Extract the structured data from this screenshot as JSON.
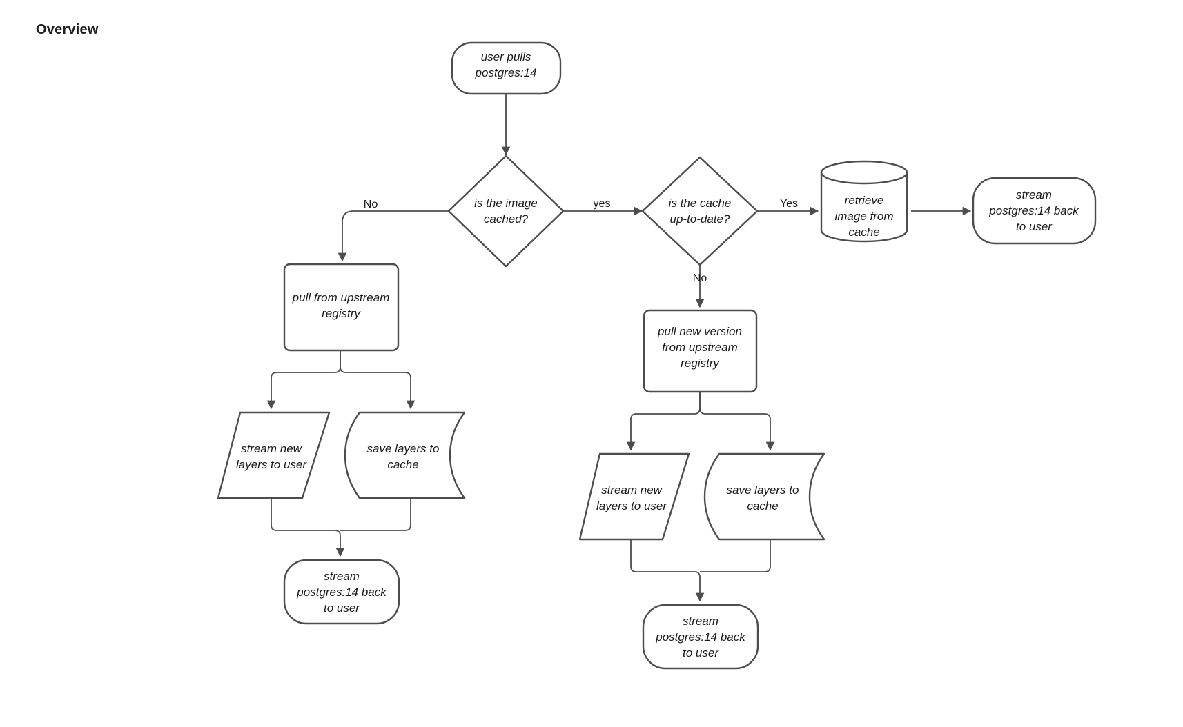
{
  "page": {
    "title": "Overview"
  },
  "diagram": {
    "type": "flowchart",
    "orientation": "top-down",
    "nodes": [
      {
        "id": "start",
        "shape": "stadium",
        "lines": [
          "user pulls",
          "postgres:14"
        ]
      },
      {
        "id": "d1",
        "shape": "diamond",
        "lines": [
          "is the image",
          "cached?"
        ]
      },
      {
        "id": "d2",
        "shape": "diamond",
        "lines": [
          "is the cache",
          "up-to-date?"
        ]
      },
      {
        "id": "cache",
        "shape": "cylinder",
        "lines": [
          "retrieve",
          "image from",
          "cache"
        ]
      },
      {
        "id": "streamCached",
        "shape": "stadium",
        "lines": [
          "stream",
          "postgres:14 back",
          "to user"
        ]
      },
      {
        "id": "pullUpstream",
        "shape": "rect",
        "lines": [
          "pull from upstream",
          "registry"
        ]
      },
      {
        "id": "streamLeft",
        "shape": "parallelogram",
        "lines": [
          "stream new",
          "layers to user"
        ]
      },
      {
        "id": "saveLeft",
        "shape": "tape",
        "lines": [
          "save layers to",
          "cache"
        ]
      },
      {
        "id": "streamEndL",
        "shape": "stadium",
        "lines": [
          "stream",
          "postgres:14 back",
          "to user"
        ]
      },
      {
        "id": "pullNew",
        "shape": "rect",
        "lines": [
          "pull new version",
          "from upstream",
          "registry"
        ]
      },
      {
        "id": "streamMid",
        "shape": "parallelogram",
        "lines": [
          "stream new",
          "layers to user"
        ]
      },
      {
        "id": "saveMid",
        "shape": "tape",
        "lines": [
          "save layers to",
          "cache"
        ]
      },
      {
        "id": "streamEndM",
        "shape": "stadium",
        "lines": [
          "stream",
          "postgres:14 back",
          "to user"
        ]
      }
    ],
    "edge_labels": {
      "d1_no": "No",
      "d1_yes": "yes",
      "d2_yes": "Yes",
      "d2_no": "No"
    },
    "colors": {
      "stroke": "#4d4d4d",
      "fill": "#ffffff",
      "text": "#1a1a1a",
      "title": "#1f1f1f"
    }
  }
}
